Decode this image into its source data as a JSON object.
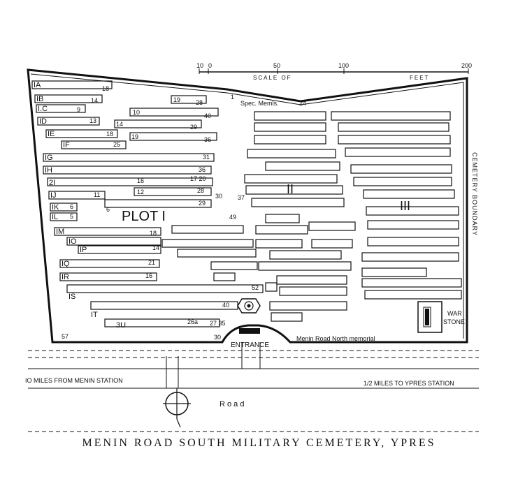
{
  "title": "MENIN ROAD SOUTH MILITARY CEMETERY, YPRES",
  "scale": {
    "label": "SCALE OF",
    "unit": "FEET",
    "ticks": [
      "10",
      "0",
      "50",
      "100",
      "200"
    ]
  },
  "plots": {
    "plot1": "PLOT I",
    "plot2": "II",
    "plot3": "III"
  },
  "labels": {
    "spec_memls": "Spec. Memls.",
    "entrance": "ENTRANCE",
    "menin_road_north": "Menin Road North memorial",
    "war_stone_1": "WAR",
    "war_stone_2": "STONE",
    "boundary": "CEMETERY BOUNDARY",
    "road": "R o a d",
    "to_menin": "IO MILES FROM MENIN STATION",
    "to_ypres": "1/2 MILES TO YPRES STATION"
  },
  "rows": [
    {
      "id": "IA",
      "label": "IA",
      "num": "18"
    },
    {
      "id": "IB",
      "label": "IB",
      "num": "14"
    },
    {
      "id": "IC",
      "label": "I.C",
      "num": "9"
    },
    {
      "id": "ID",
      "label": "ID",
      "num": "13"
    },
    {
      "id": "IE",
      "label": "IE",
      "num": "18"
    },
    {
      "id": "IF",
      "label": "IF",
      "num": "25"
    },
    {
      "id": "IG",
      "label": "IG",
      "num": "31"
    },
    {
      "id": "IH",
      "label": "IH",
      "num": "36"
    },
    {
      "id": "II",
      "label": "2I",
      "num": "16"
    },
    {
      "id": "IJ",
      "label": "IJ",
      "num": "11"
    },
    {
      "id": "IK",
      "label": "IK",
      "num": "6"
    },
    {
      "id": "IL",
      "label": "IL",
      "num": "5"
    },
    {
      "id": "IM",
      "label": "IM",
      "num": "18"
    },
    {
      "id": "IO",
      "label": "IO",
      "num": ""
    },
    {
      "id": "IP",
      "label": "IP",
      "num": "14"
    },
    {
      "id": "IQ",
      "label": "IQ",
      "num": "21"
    },
    {
      "id": "IR",
      "label": "IR",
      "num": "16"
    },
    {
      "id": "IS",
      "label": "IS",
      "num": "52"
    },
    {
      "id": "IT",
      "label": "IT",
      "num": "40"
    },
    {
      "id": "IU",
      "label": "3U",
      "num": "26a"
    }
  ],
  "numbers": {
    "n1": "1",
    "n24": "24",
    "n19": "19",
    "n28": "28",
    "n10": "10",
    "n40": "40",
    "n14": "14",
    "n29": "29",
    "n36": "36",
    "n31": "31",
    "n1720": "17 20",
    "n12": "12",
    "n28b": "28",
    "n30": "30",
    "n37": "37",
    "n6": "6",
    "n49": "49",
    "n57": "57",
    "n2735": "27 35",
    "n30b": "30",
    "n29b": "29"
  }
}
